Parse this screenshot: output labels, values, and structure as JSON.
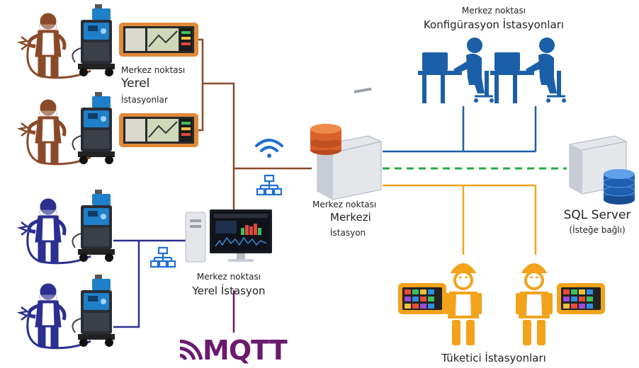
{
  "labels": {
    "local_top_line1": "Merkez noktası",
    "local_top_line2": "Yerel",
    "local_top_line3": "İstasyonlar",
    "local_bottom_line1": "Merkez noktası",
    "local_bottom_line2": "Yerel İstasyon",
    "central_line1": "Merkez noktası",
    "central_line2": "Merkezi",
    "central_line3": "İstasyon",
    "config_line1": "Merkez noktası",
    "config_line2": "Konfigürasyon İstasyonları",
    "sql_line1": "SQL Server",
    "sql_line2": "(İsteğe bağlı)",
    "consumer": "Tüketici İstasyonları",
    "mqtt_text": "MQTT"
  },
  "colors": {
    "brown": "#8a4a2a",
    "navy": "#2b2f8f",
    "blue": "#1b5fa8",
    "orange": "#f2a31b",
    "green_dash": "#2aa84a",
    "wifi": "#1f6fd0",
    "mqtt": "#6a1b6e"
  },
  "icons": {
    "welder": "welder-icon",
    "welding_machine": "welding-machine-icon",
    "tablet": "tablet-icon",
    "server": "server-icon",
    "database": "database-icon",
    "desktop": "desktop-computer-icon",
    "worker": "hardhat-worker-icon",
    "network": "network-icon",
    "wifi": "wifi-icon",
    "operator": "desk-operator-icon"
  }
}
